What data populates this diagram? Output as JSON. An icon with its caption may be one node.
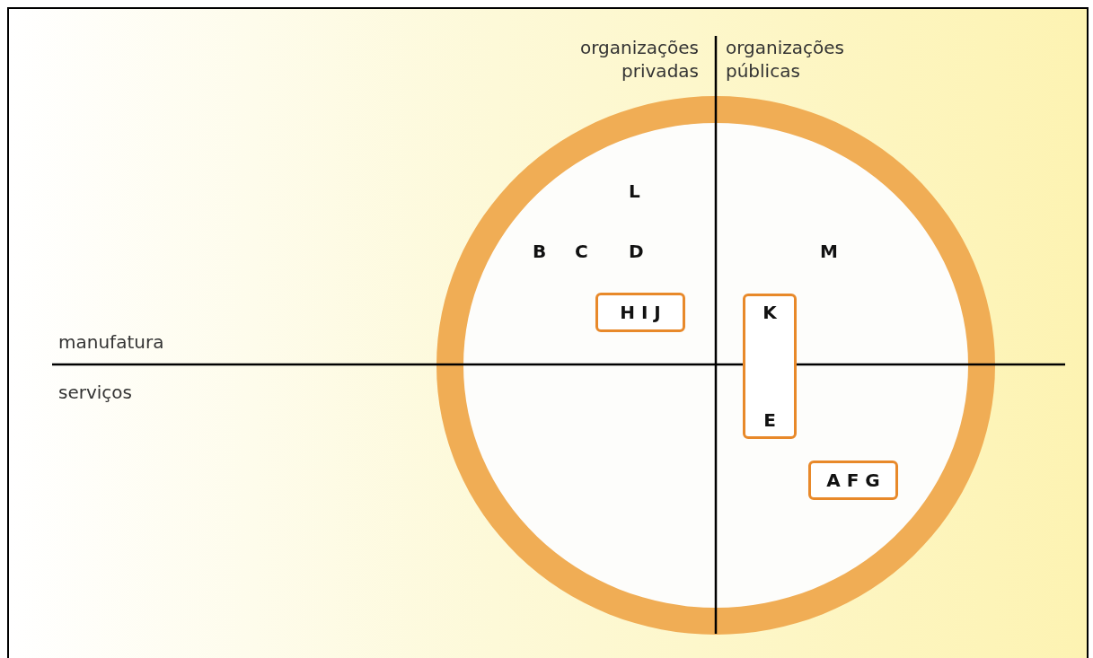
{
  "diagram": {
    "nodes": [
      {
        "text": [],
        "shape": "circle"
      },
      {
        "text": [
          "H I J"
        ],
        "in": 0
      },
      {
        "text": [
          "K",
          "E"
        ],
        "in": 0
      },
      {
        "text": [
          "A F G"
        ],
        "in": 0
      }
    ],
    "labels": [
      "organizações privadas",
      "organizações públicas",
      "L",
      "B",
      "C",
      "D",
      "M",
      "manufatura",
      "serviços"
    ]
  }
}
